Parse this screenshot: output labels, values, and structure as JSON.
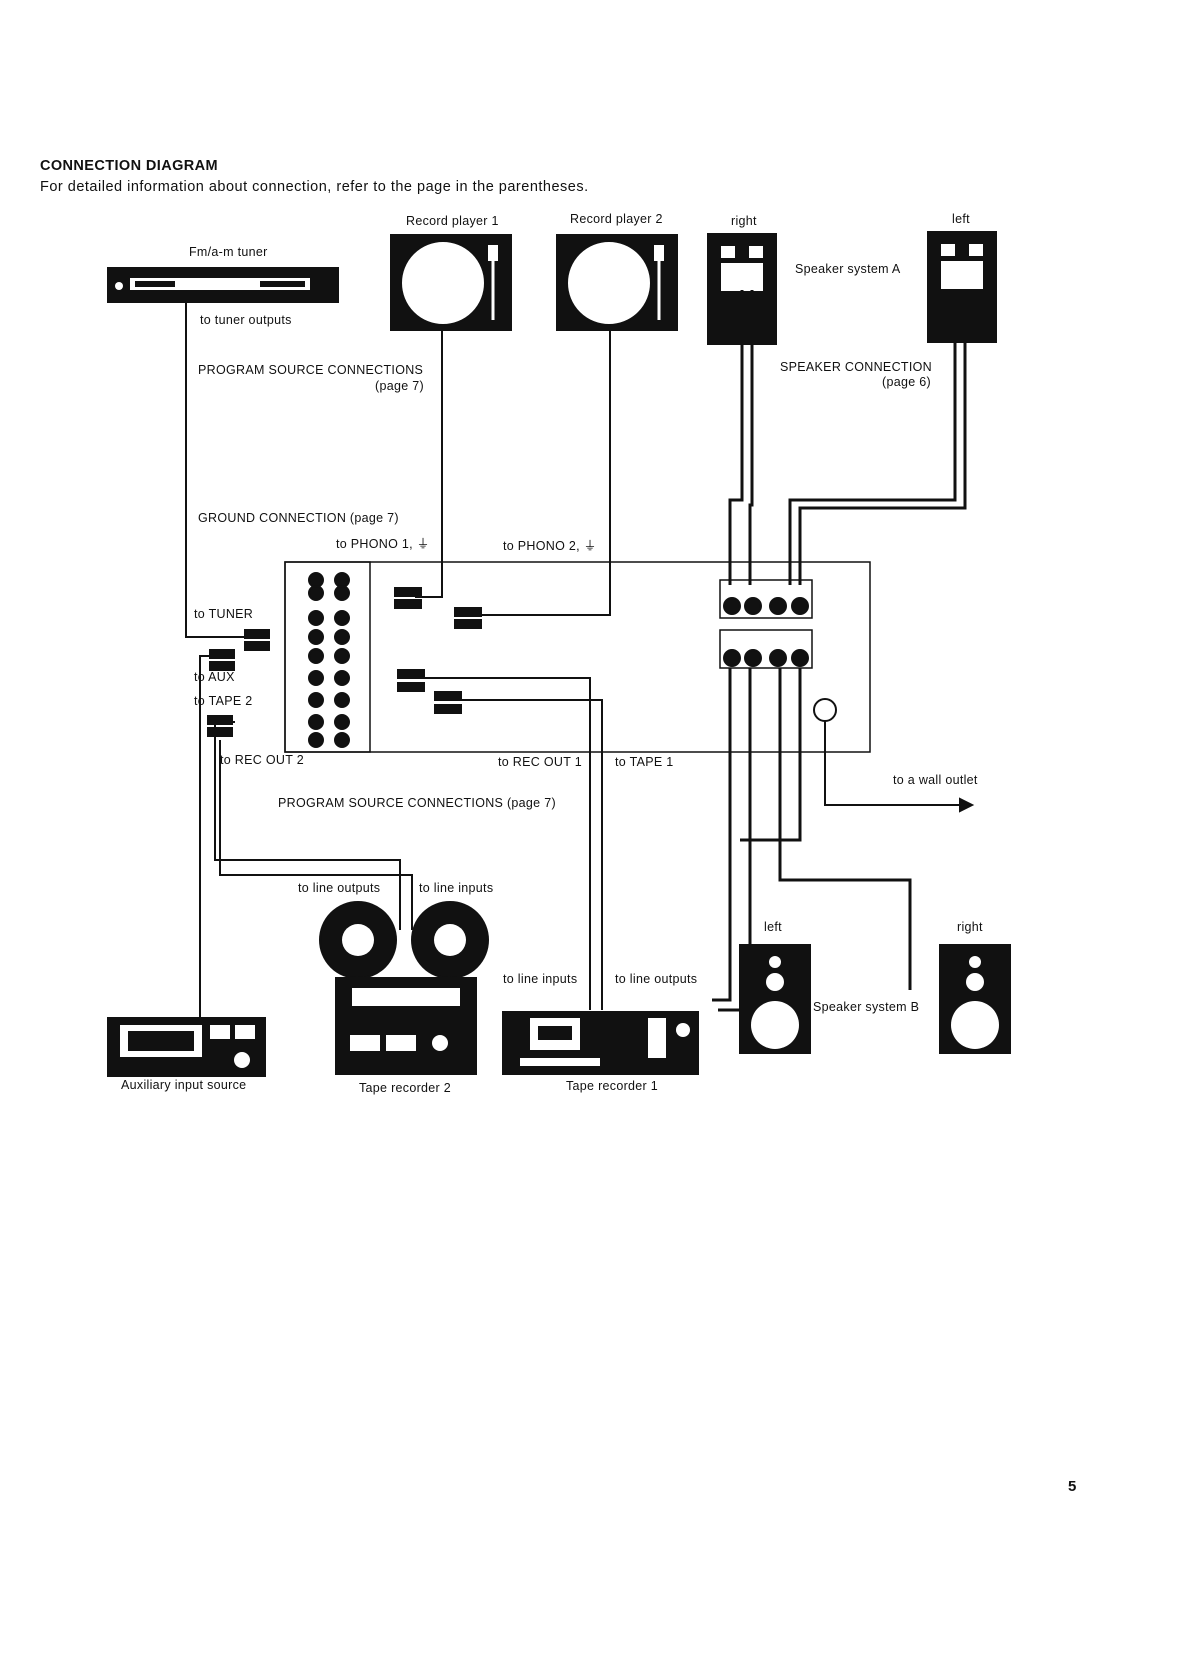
{
  "heading": "CONNECTION DIAGRAM",
  "subheading": "For detailed information about connection, refer to the page in the parentheses.",
  "page_number": "5",
  "devices": {
    "tuner": "Fm/a-m tuner",
    "record_player_1": "Record player 1",
    "record_player_2": "Record player 2",
    "speaker_a_right": "right",
    "speaker_a_left": "left",
    "speaker_system_a": "Speaker system A",
    "speaker_b_left": "left",
    "speaker_b_right": "right",
    "speaker_system_b": "Speaker system B",
    "aux_source": "Auxiliary input source",
    "tape_recorder_2": "Tape recorder 2",
    "tape_recorder_1": "Tape recorder 1"
  },
  "labels": {
    "to_tuner_outputs": "to tuner outputs",
    "program_source_top": "PROGRAM SOURCE CONNECTIONS",
    "program_source_top_page": "(page 7)",
    "speaker_connection": "SPEAKER CONNECTION",
    "speaker_connection_page": "(page 6)",
    "ground_connection": "GROUND CONNECTION (page 7)",
    "to_phono_1": "to PHONO 1,",
    "to_phono_2": "to PHONO 2,",
    "to_tuner": "to TUNER",
    "to_aux": "to AUX",
    "to_tape_2": "to TAPE 2",
    "to_rec_out_2": "to REC OUT 2",
    "to_rec_out_1": "to REC OUT 1",
    "to_tape_1": "to TAPE 1",
    "to_wall_outlet": "to a wall outlet",
    "program_source_bottom": "PROGRAM SOURCE CONNECTIONS (page 7)",
    "to_line_outputs_tr2": "to line outputs",
    "to_line_inputs_tr2": "to line inputs",
    "to_line_inputs_tr1": "to line inputs",
    "to_line_outputs_tr1": "to line outputs"
  },
  "icons": {
    "ground_symbol": "ground-icon",
    "rca_plug": "rca-plug-icon",
    "wall_plug": "power-plug-icon"
  }
}
